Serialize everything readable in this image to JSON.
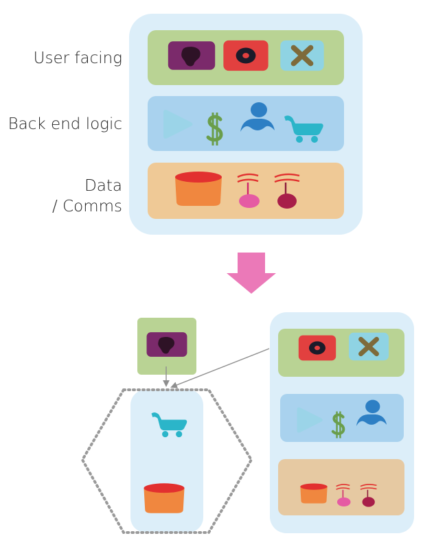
{
  "layers": {
    "user_facing": "User facing",
    "back_end_logic": "Back end logic",
    "data_comms_line1": "Data",
    "data_comms_line2": "/ Comms"
  },
  "colors": {
    "container": "#dceef9",
    "user_layer": "#b9d394",
    "logic_layer": "#a9d2ee",
    "data_layer": "#efc996",
    "arrow": "#eb79b8",
    "microservice_border": "#9a9a9a",
    "connector": "#8e8e8e"
  },
  "icons": [
    "blob-card-icon",
    "target-card-icon",
    "x-card-icon",
    "play-icon",
    "dollar-icon",
    "user-icon",
    "cart-icon",
    "database-icon",
    "pin-icon",
    "pin-icon"
  ]
}
